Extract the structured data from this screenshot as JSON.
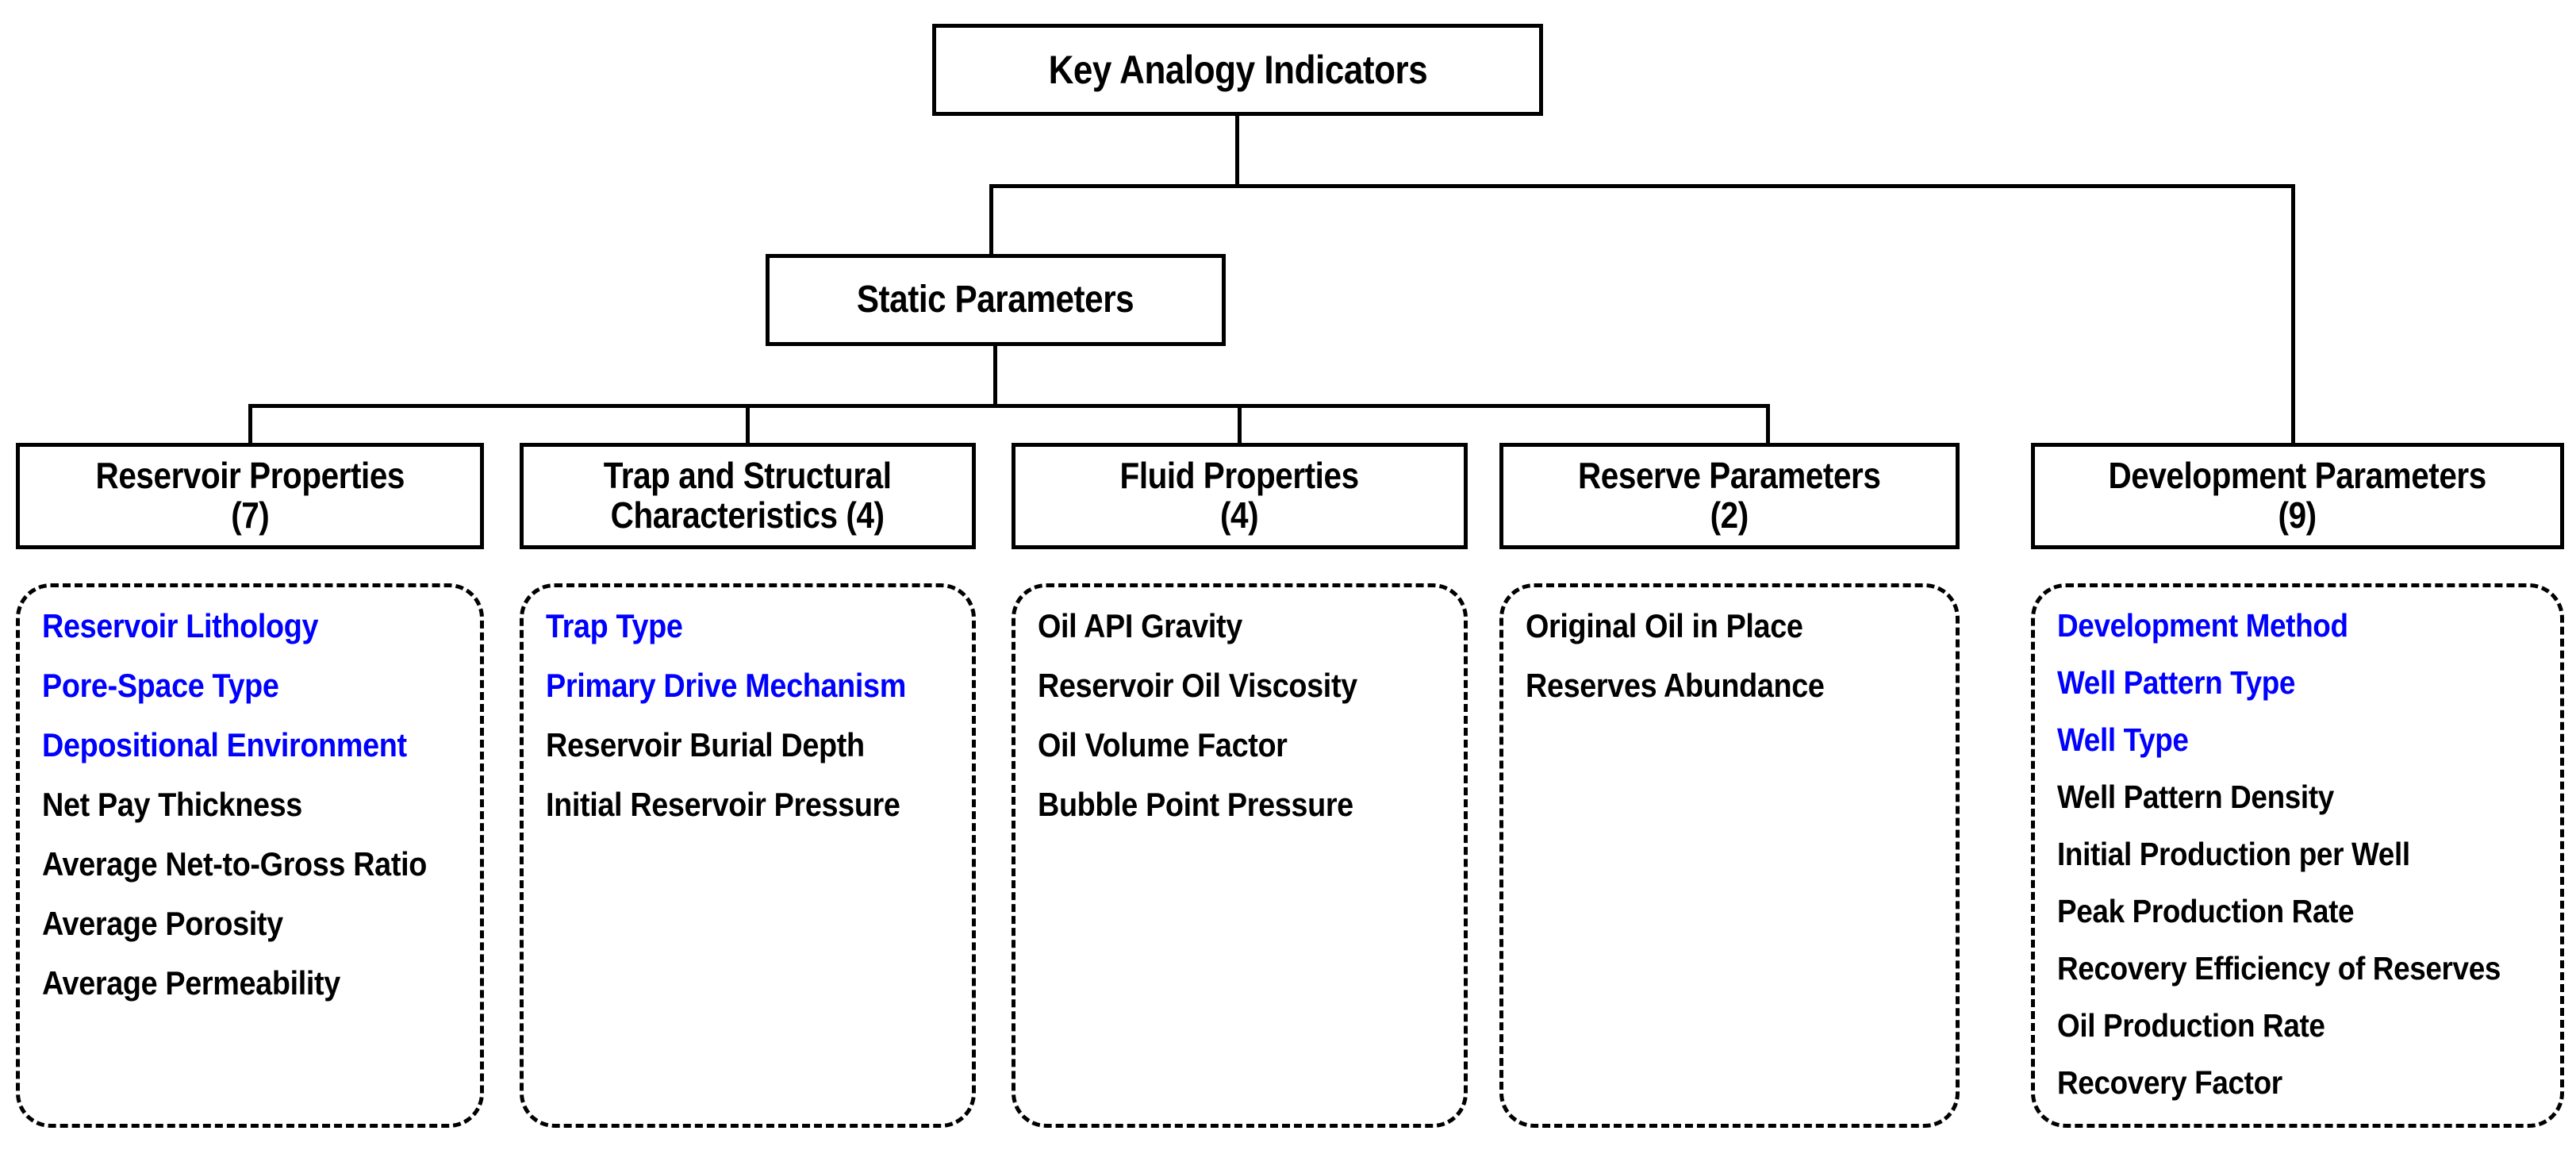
{
  "diagram": {
    "root": {
      "label": "Key Analogy Indicators"
    },
    "level2": {
      "label": "Static Parameters"
    },
    "accent_blue": "#0000FF",
    "text_black": "#000000",
    "categories": [
      {
        "header": "Reservoir Properties\n(7)",
        "name": "Reservoir Properties",
        "count": "(7)",
        "items": [
          {
            "label": "Reservoir Lithology",
            "color": "blue"
          },
          {
            "label": "Pore-Space Type",
            "color": "blue"
          },
          {
            "label": "Depositional Environment",
            "color": "blue"
          },
          {
            "label": "Net Pay Thickness",
            "color": "black"
          },
          {
            "label": "Average Net-to-Gross Ratio",
            "color": "black"
          },
          {
            "label": "Average Porosity",
            "color": "black"
          },
          {
            "label": "Average Permeability",
            "color": "black"
          }
        ]
      },
      {
        "header": "Trap and Structural\nCharacteristics (4)",
        "name": "Trap and Structural Characteristics",
        "count": "(4)",
        "items": [
          {
            "label": "Trap Type",
            "color": "blue"
          },
          {
            "label": "Primary Drive Mechanism",
            "color": "blue"
          },
          {
            "label": "Reservoir Burial Depth",
            "color": "black"
          },
          {
            "label": "Initial Reservoir Pressure",
            "color": "black"
          }
        ]
      },
      {
        "header": "Fluid Properties\n(4)",
        "name": "Fluid Properties",
        "count": "(4)",
        "items": [
          {
            "label": "Oil API Gravity",
            "color": "black"
          },
          {
            "label": "Reservoir Oil Viscosity",
            "color": "black"
          },
          {
            "label": "Oil Volume Factor",
            "color": "black"
          },
          {
            "label": "Bubble Point Pressure",
            "color": "black"
          }
        ]
      },
      {
        "header": "Reserve Parameters\n(2)",
        "name": "Reserve Parameters",
        "count": "(2)",
        "items": [
          {
            "label": "Original Oil in Place",
            "color": "black"
          },
          {
            "label": "Reserves Abundance",
            "color": "black"
          }
        ]
      },
      {
        "header": "Development Parameters\n(9)",
        "name": "Development Parameters",
        "count": "(9)",
        "items": [
          {
            "label": "Development Method",
            "color": "blue"
          },
          {
            "label": "Well Pattern Type",
            "color": "blue"
          },
          {
            "label": "Well Type",
            "color": "blue"
          },
          {
            "label": "Well Pattern Density",
            "color": "black"
          },
          {
            "label": "Initial Production per Well",
            "color": "black"
          },
          {
            "label": "Peak Production Rate",
            "color": "black"
          },
          {
            "label": "Recovery Efficiency of Reserves",
            "color": "black"
          },
          {
            "label": "Oil Production Rate",
            "color": "black"
          },
          {
            "label": "Recovery Factor",
            "color": "black"
          }
        ]
      }
    ]
  }
}
